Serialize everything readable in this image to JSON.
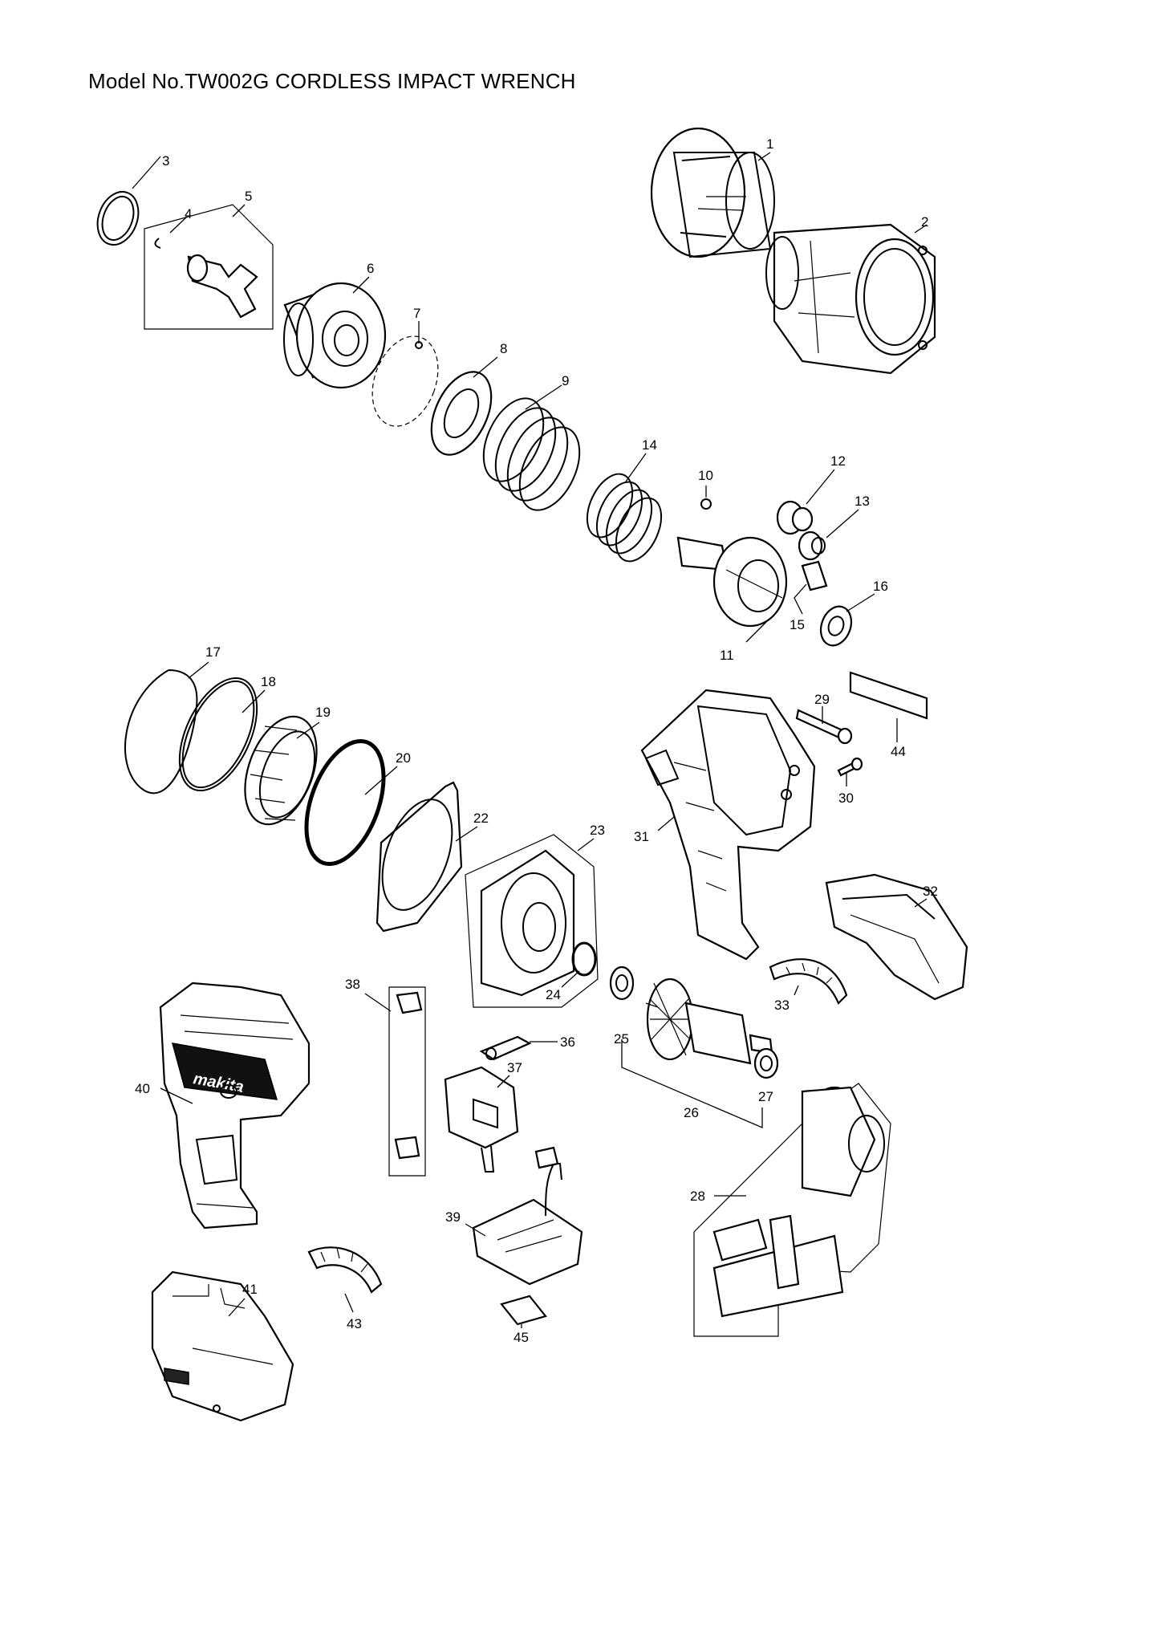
{
  "title": "Model No.TW002G CORDLESS IMPACT WRENCH",
  "callouts": [
    "1",
    "2",
    "3",
    "4",
    "5",
    "6",
    "7",
    "8",
    "9",
    "10",
    "11",
    "12",
    "13",
    "14",
    "15",
    "16",
    "17",
    "18",
    "19",
    "20",
    "22",
    "23",
    "24",
    "25",
    "26",
    "27",
    "28",
    "29",
    "30",
    "31",
    "32",
    "33",
    "36",
    "37",
    "38",
    "39",
    "40",
    "41",
    "43",
    "44",
    "45"
  ],
  "logo_text": "makita"
}
